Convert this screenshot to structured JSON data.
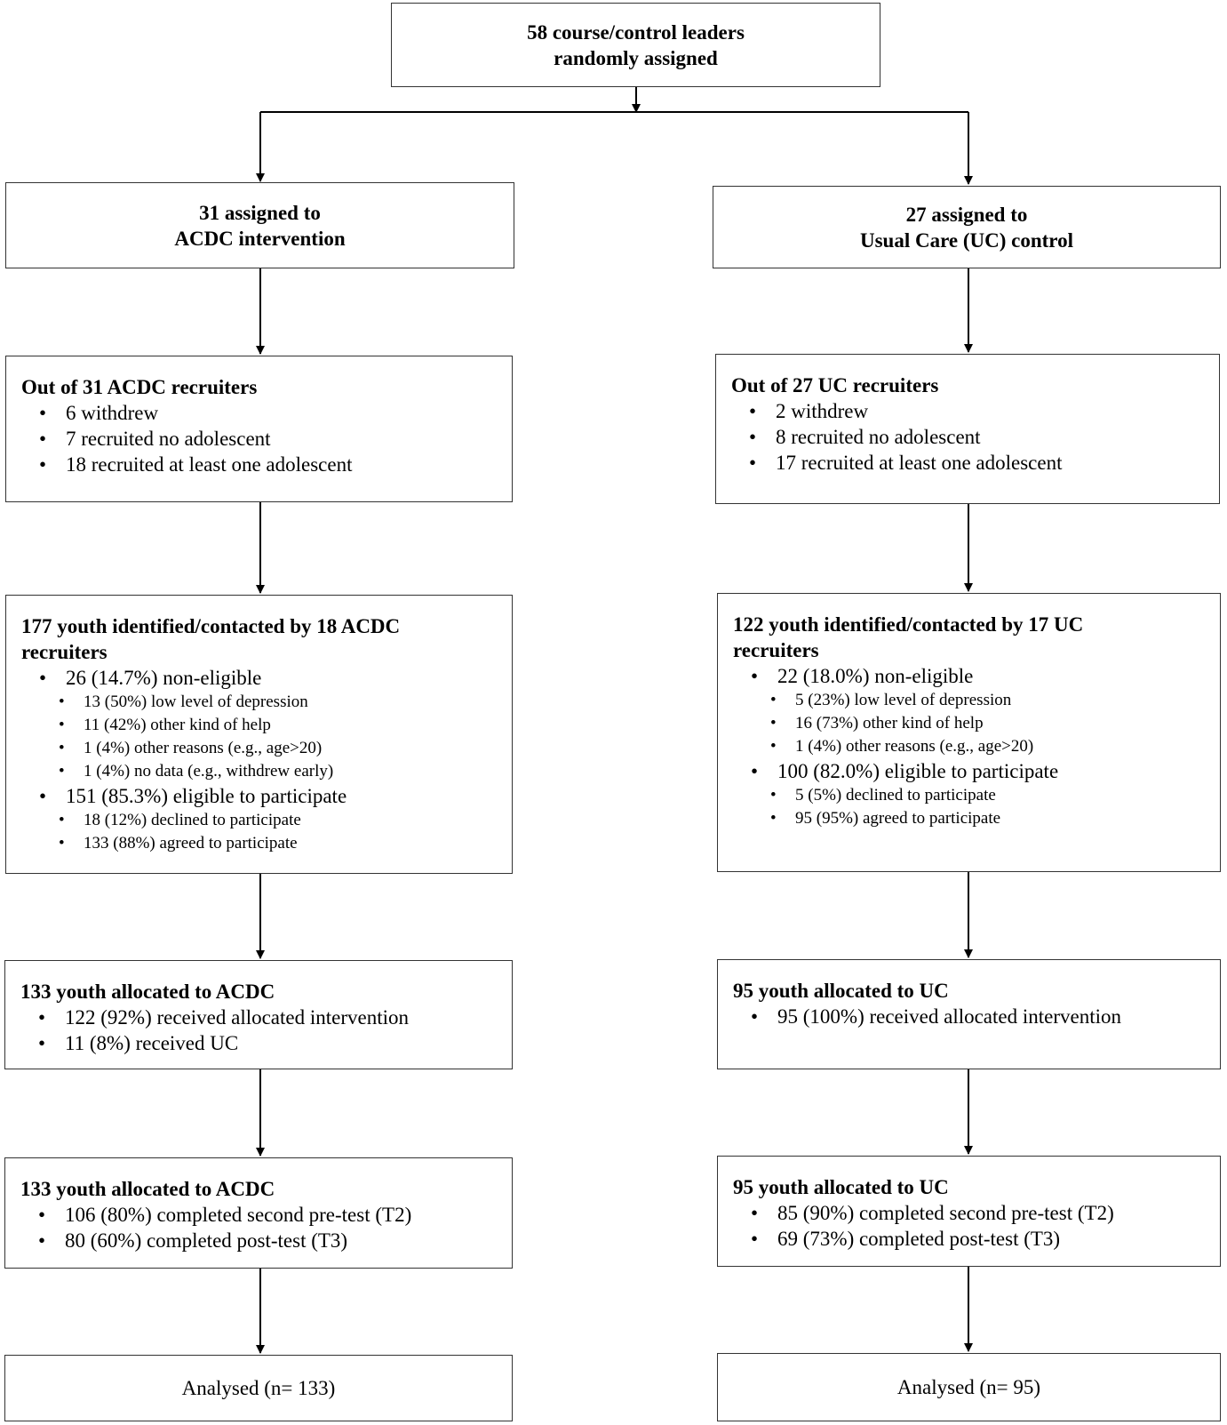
{
  "top": {
    "line1": "58 course/control leaders",
    "line2": "randomly assigned"
  },
  "left": {
    "assigned": {
      "line1": "31 assigned to",
      "line2": "ACDC intervention"
    },
    "recruiters": {
      "heading": "Out of 31 ACDC recruiters",
      "items": [
        "6 withdrew",
        "7 recruited no adolescent",
        "18 recruited at least one adolescent"
      ]
    },
    "youth": {
      "heading_line1": "177 youth identified/contacted by 18 ACDC",
      "heading_line2": "recruiters",
      "noneligible": "26 (14.7%) non-eligible",
      "noneligible_sub": [
        "13 (50%) low level of depression",
        "11 (42%) other kind of help",
        "1 (4%) other reasons (e.g., age>20)",
        "1 (4%) no data (e.g., withdrew early)"
      ],
      "eligible": "151 (85.3%) eligible to participate",
      "eligible_sub": [
        "18 (12%) declined to participate",
        "133 (88%) agreed to participate"
      ]
    },
    "allocated": {
      "heading": "133 youth allocated to ACDC",
      "items": [
        "122 (92%) received allocated intervention",
        "11 (8%) received UC"
      ]
    },
    "followup": {
      "heading": "133 youth allocated to ACDC",
      "items": [
        "106 (80%) completed second pre-test (T2)",
        "80 (60%) completed post-test (T3)"
      ]
    },
    "analysed": "Analysed (n= 133)"
  },
  "right": {
    "assigned": {
      "line1": "27 assigned to",
      "line2": "Usual Care (UC) control"
    },
    "recruiters": {
      "heading": "Out of 27 UC recruiters",
      "items": [
        "2 withdrew",
        "8 recruited no adolescent",
        "17 recruited at least one adolescent"
      ]
    },
    "youth": {
      "heading_line1": "122 youth identified/contacted by 17 UC",
      "heading_line2": "recruiters",
      "noneligible": "22 (18.0%) non-eligible",
      "noneligible_sub": [
        "5 (23%) low level of depression",
        "16 (73%) other kind of help",
        "1 (4%) other reasons (e.g., age>20)"
      ],
      "eligible": "100 (82.0%) eligible to participate",
      "eligible_sub": [
        "5 (5%) declined to participate",
        "95 (95%) agreed to participate"
      ]
    },
    "allocated": {
      "heading": "95 youth allocated to UC",
      "items": [
        "95 (100%) received allocated intervention"
      ]
    },
    "followup": {
      "heading": "95 youth allocated to UC",
      "items": [
        "85 (90%) completed second pre-test (T2)",
        "69 (73%) completed post-test (T3)"
      ]
    },
    "analysed": "Analysed (n= 95)"
  }
}
